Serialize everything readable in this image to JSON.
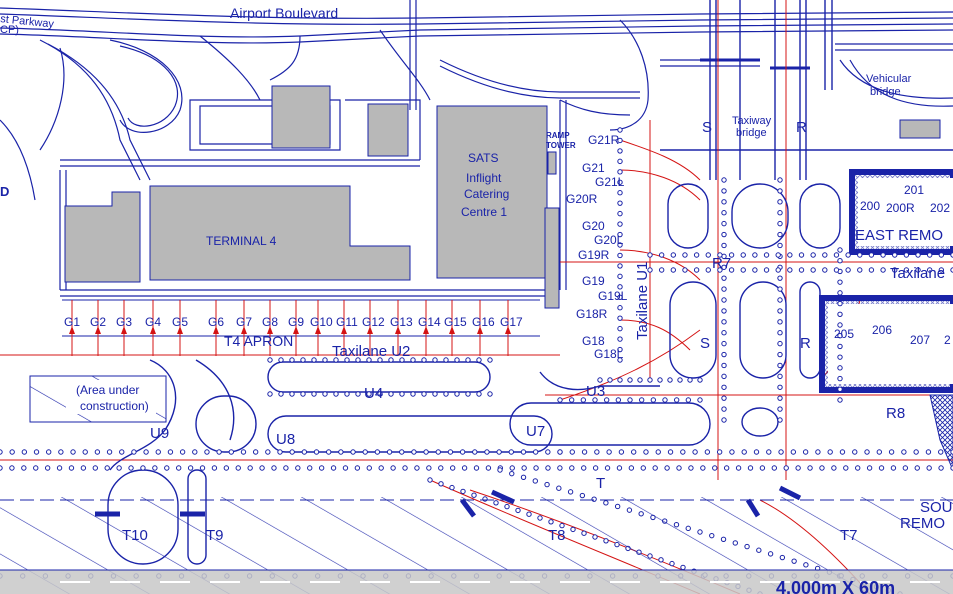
{
  "colors": {
    "line": "#1a23a8",
    "building": "#b8b8b8",
    "red": "#d41414",
    "hatch": "#1a23a8"
  },
  "roads": {
    "airport_boulevard": "Airport Boulevard",
    "parkway": "st Parkway",
    "parkway_code": "CP)",
    "vehicular_bridge": [
      "Vehicular",
      "bridge"
    ],
    "taxiway_bridge": [
      "Taxiway",
      "bridge"
    ]
  },
  "buildings": {
    "terminal": "TERMINAL 4",
    "sats": [
      "SATS",
      "Inflight",
      "Catering",
      "Centre 1"
    ],
    "ramp_tower": [
      "RAMP",
      "TOWER"
    ],
    "edge_label": "D"
  },
  "apron": {
    "name": "T4 APRON",
    "taxilane_u2": "Taxilane U2",
    "gates": [
      "G1",
      "G2",
      "G3",
      "G4",
      "G5",
      "G6",
      "G7",
      "G8",
      "G9",
      "G10",
      "G11",
      "G12",
      "G13",
      "G14",
      "G15",
      "G16",
      "G17"
    ],
    "construction": [
      "(Area under",
      "construction)"
    ]
  },
  "east_gates": [
    "G21R",
    "G21",
    "G21L",
    "G20R",
    "G20",
    "G20L",
    "G19R",
    "G19",
    "G19L",
    "G18R",
    "G18",
    "G18L"
  ],
  "taxiways": {
    "u1": "Taxilane U1",
    "u3": "U3",
    "u4": "U4",
    "u7": "U7",
    "u8": "U8",
    "u9": "U9",
    "t": "T",
    "t7": "T7",
    "t8": "T8",
    "t9": "T9",
    "t10": "T10",
    "s_upper": "S",
    "r_upper": "R",
    "s_lower": "S",
    "r_lower": "R",
    "r7": "R7",
    "r8": "R8"
  },
  "east_remote": {
    "upper_label": "EAST REMO",
    "taxilane_partial": "Taxilane",
    "upper_stands": [
      "200",
      "201",
      "200R",
      "202"
    ],
    "lower_stands": [
      "205",
      "206",
      "207",
      "2"
    ]
  },
  "south_remote": [
    "SOU",
    "REMO"
  ],
  "runway": "4,000m X 60m"
}
